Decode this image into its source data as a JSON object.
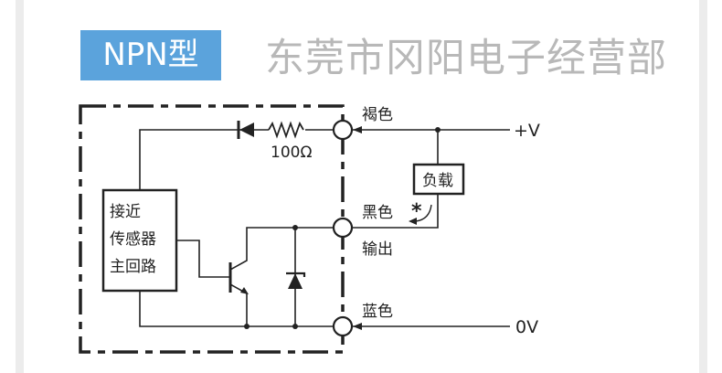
{
  "title": "NPN型",
  "watermark": "东莞市冈阳电子经营部",
  "circuit": {
    "resistor_value": "100Ω",
    "sensor_block": [
      "接近",
      "传感器",
      "主回路"
    ],
    "load_label": "负载",
    "wires": {
      "brown": "褐色",
      "black": "黑色",
      "output": "输出",
      "blue": "蓝色"
    },
    "supply_positive": "+V",
    "supply_zero": "0V",
    "note_mark": "*"
  },
  "colors": {
    "badge": "#5ba3dc",
    "line": "#222222"
  }
}
